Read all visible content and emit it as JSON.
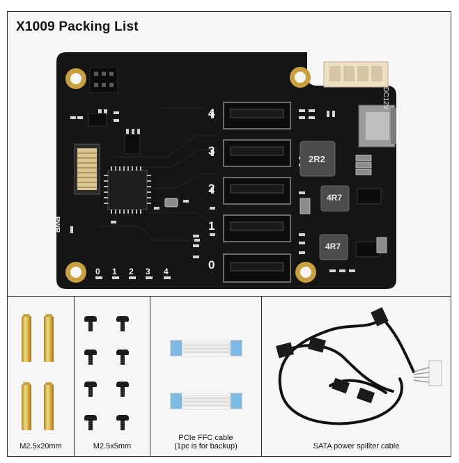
{
  "title": "X1009 Packing List",
  "board": {
    "port_numbers": [
      "4",
      "3",
      "2",
      "1",
      "0"
    ],
    "led_numbers": [
      "0",
      "1",
      "2",
      "3",
      "4"
    ],
    "pwr_label": "PWR",
    "power_connector_label": "DC12V",
    "inductor_labels": [
      "2R2",
      "4R7",
      "4R7"
    ]
  },
  "items": [
    {
      "caption": "M2.5x20mm"
    },
    {
      "caption": "M2.5x5mm"
    },
    {
      "caption_line1": "PCIe FFC cable",
      "caption_line2": "(1pc is for backup)"
    },
    {
      "caption": "SATA power spillter cable"
    }
  ],
  "colors": {
    "pcb": "#151515",
    "gold": "#d6b156",
    "connector_cream": "#efe0c4",
    "ffc_blue": "#7fb9e6"
  }
}
